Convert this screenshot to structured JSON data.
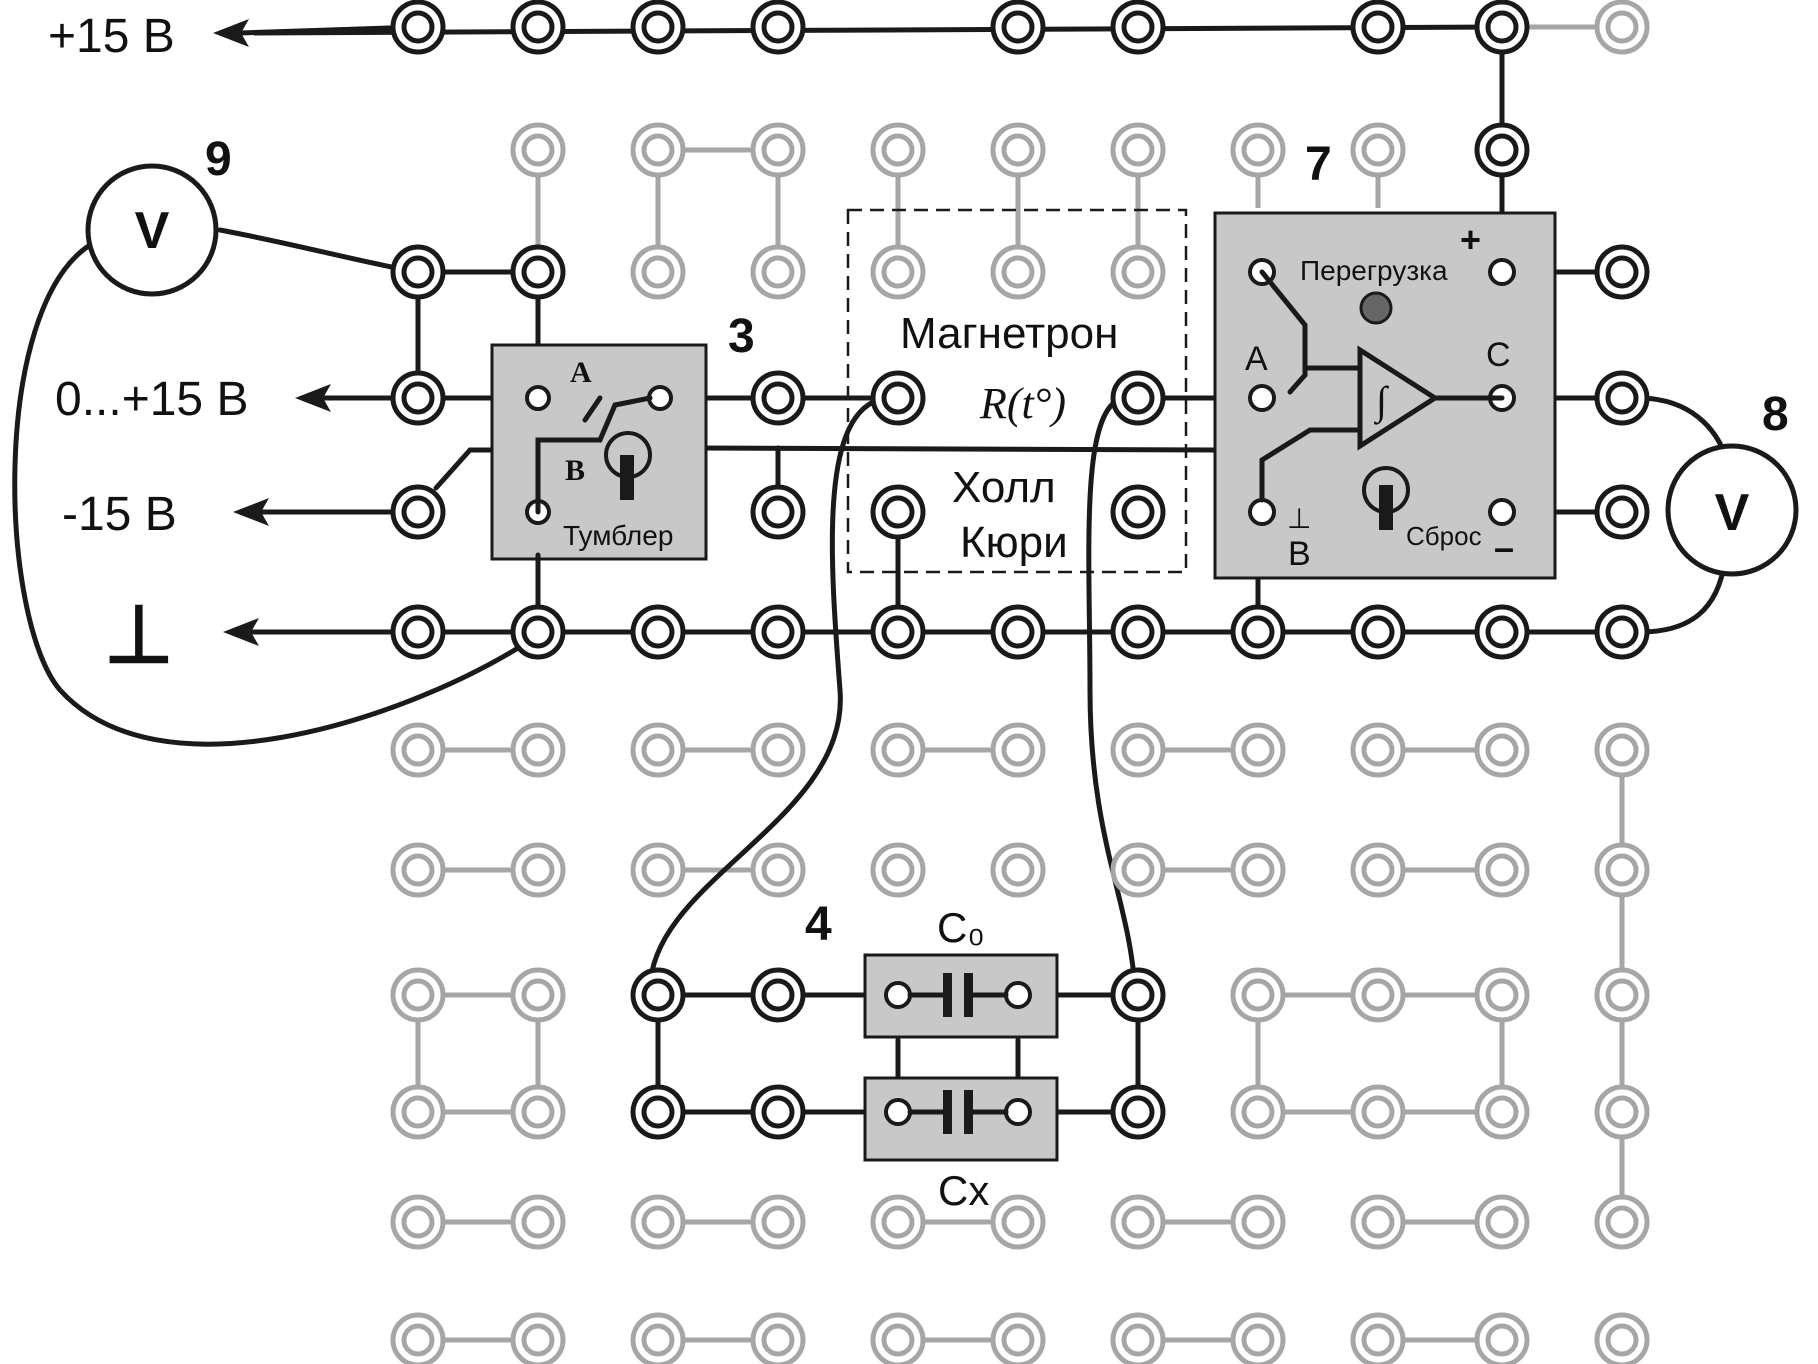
{
  "labels": {
    "plus15": "+15 В",
    "zero15": "0...+15 В",
    "minus15": "-15 В",
    "ground_symbol": "⊥",
    "num3": "3",
    "num4": "4",
    "num7": "7",
    "num8": "8",
    "num9": "9",
    "voltmeter": "V",
    "toggle_A": "A",
    "toggle_B": "B",
    "toggle_name": "Тумблер",
    "magnetron": "Магнетрон",
    "resistance": "R(t°)",
    "hall": "Холл",
    "curie": "Кюри",
    "integrator_A": "A",
    "integrator_B": "B",
    "integrator_C": "C",
    "integrator_plus": "+",
    "integrator_minus": "–",
    "integrator_ground": "⊥",
    "overload": "Перегрузка",
    "reset": "Сброс",
    "integral_sign": "∫",
    "cap_c0": "C₀",
    "cap_cx": "Cx"
  },
  "colors": {
    "active": "#1a1a1a",
    "inactive": "#a6a6a6",
    "module_fill": "#c8c8c8",
    "led": "#666666"
  },
  "icons": {
    "arrow": "arrow-left-icon",
    "switch": "toggle-switch-icon",
    "capacitor": "capacitor-icon",
    "integrator": "integrator-triangle-icon",
    "voltmeter": "voltmeter-icon"
  }
}
